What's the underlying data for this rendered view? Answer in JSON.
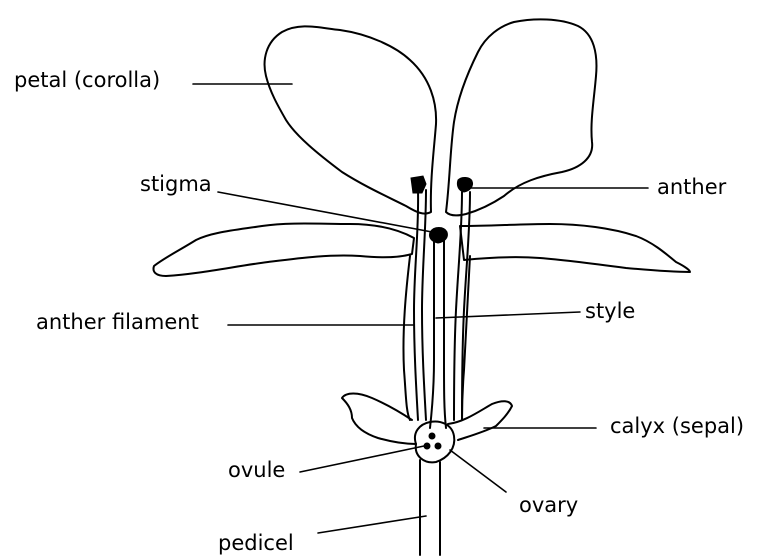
{
  "labels": {
    "petal": "petal (corolla)",
    "stigma": "stigma",
    "anther": "anther",
    "anther_filament": "anther filament",
    "style": "style",
    "calyx": "calyx (sepal)",
    "ovule": "ovule",
    "ovary": "ovary",
    "pedicel": "pedicel"
  },
  "colors": {
    "line": "#000000",
    "background": "#ffffff"
  }
}
